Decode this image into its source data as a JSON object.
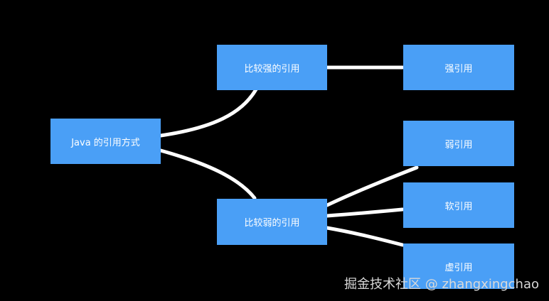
{
  "diagram": {
    "root": {
      "label": "Java 的引用方式"
    },
    "strong_group": {
      "label": "比较强的引用"
    },
    "weak_group": {
      "label": "比较弱的引用"
    },
    "leaves": {
      "strong": {
        "label": "强引用"
      },
      "weak": {
        "label": "弱引用"
      },
      "soft": {
        "label": "软引用"
      },
      "phantom": {
        "label": "虚引用"
      }
    }
  },
  "watermark": {
    "text": "掘金技术社区 @ zhangxingchao"
  },
  "colors": {
    "background": "#000000",
    "node_fill": "#4a9ff6",
    "node_text": "#ffffff",
    "connector": "#ffffff",
    "watermark": "#d9d9d9"
  }
}
